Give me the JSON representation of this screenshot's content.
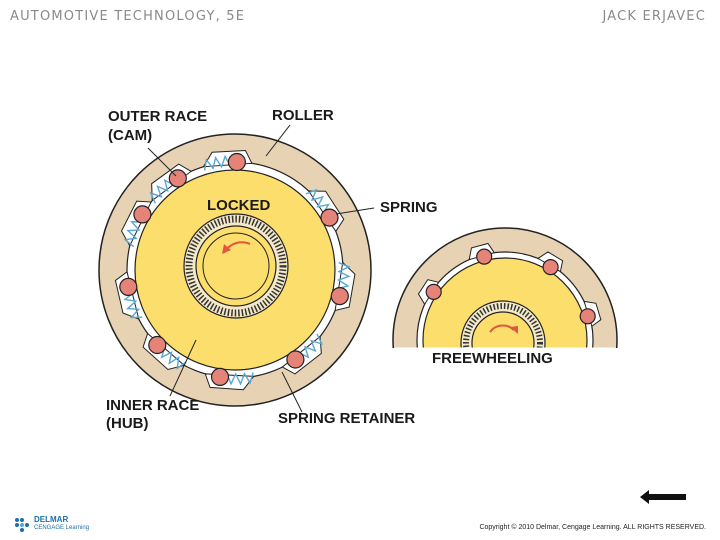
{
  "header": {
    "title": "AUTOMOTIVE TECHNOLOGY, 5E",
    "author": "JACK ERJAVEC"
  },
  "diagram": {
    "labels": {
      "outer_race_1": "OUTER RACE",
      "outer_race_2": "(CAM)",
      "roller": "ROLLER",
      "locked": "LOCKED",
      "spring": "SPRING",
      "inner_race_1": "INNER RACE",
      "inner_race_2": "(HUB)",
      "spring_retainer": "SPRING RETAINER",
      "freewheeling": "FREEWHEELING"
    },
    "colors": {
      "outer_race": "#e7d3b4",
      "inner_race": "#fcde6c",
      "roller": "#e58378",
      "spring": "#5aa6d2",
      "arrow": "#e2563e",
      "outline": "#222222"
    }
  },
  "footer": {
    "logo_main": "DELMAR",
    "logo_sub": "CENGAGE Learning",
    "copyright": "Copyright © 2010 Delmar, Cengage Learning. ALL RIGHTS RESERVED."
  },
  "nav": {
    "back_icon": "arrow-left-icon"
  }
}
